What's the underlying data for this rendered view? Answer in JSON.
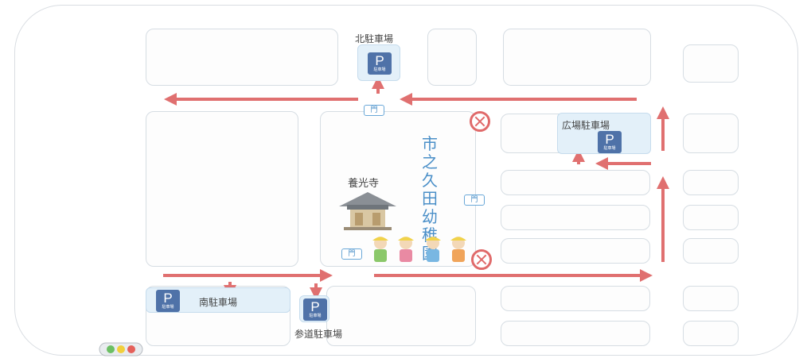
{
  "map": {
    "parking": {
      "north": {
        "label": "北駐車場",
        "icon_letter": "P",
        "icon_sub": "駐車場"
      },
      "wide": {
        "label": "広場駐車場",
        "icon_letter": "P",
        "icon_sub": "駐車場"
      },
      "south": {
        "label": "南駐車場",
        "icon_letter": "P",
        "icon_sub": "駐車場"
      },
      "approach": {
        "label": "参道駐車場",
        "icon_letter": "P",
        "icon_sub": "駐車場"
      }
    },
    "temple": {
      "label": "養光寺"
    },
    "kindergarten": {
      "label": "市之久田幼稚園",
      "chars": [
        "市",
        "之",
        "久",
        "田",
        "幼",
        "稚",
        "園"
      ]
    },
    "gate_label": "門",
    "icons": [
      "parking-icon",
      "gate-icon",
      "no-entry-icon",
      "temple-icon",
      "children-icon",
      "traffic-light-icon",
      "one-way-arrow"
    ],
    "colors": {
      "arrow": "#e07070",
      "parking": "#4f72a8",
      "gate": "#4a8fc8",
      "road_edge": "#d6dde3"
    }
  }
}
